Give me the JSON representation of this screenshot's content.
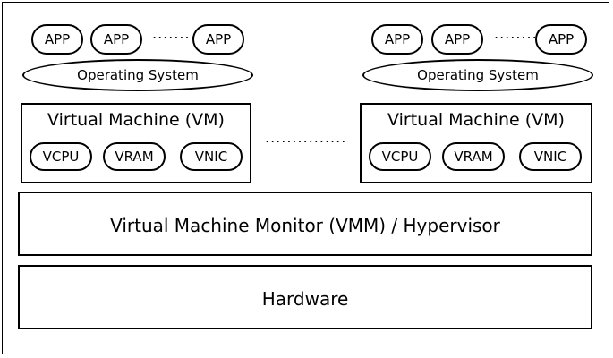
{
  "left_stack": {
    "apps": [
      "APP",
      "APP",
      "APP"
    ],
    "app_ellipsis": "........",
    "os_label": "Operating System",
    "vm_title": "Virtual Machine (VM)",
    "components": [
      "VCPU",
      "VRAM",
      "VNIC"
    ]
  },
  "vm_ellipsis": "...............",
  "right_stack": {
    "apps": [
      "APP",
      "APP",
      "APP"
    ],
    "app_ellipsis": "........",
    "os_label": "Operating System",
    "vm_title": "Virtual Machine (VM)",
    "components": [
      "VCPU",
      "VRAM",
      "VNIC"
    ]
  },
  "layers": {
    "hypervisor": "Virtual Machine Monitor (VMM) / Hypervisor",
    "hardware": "Hardware"
  }
}
